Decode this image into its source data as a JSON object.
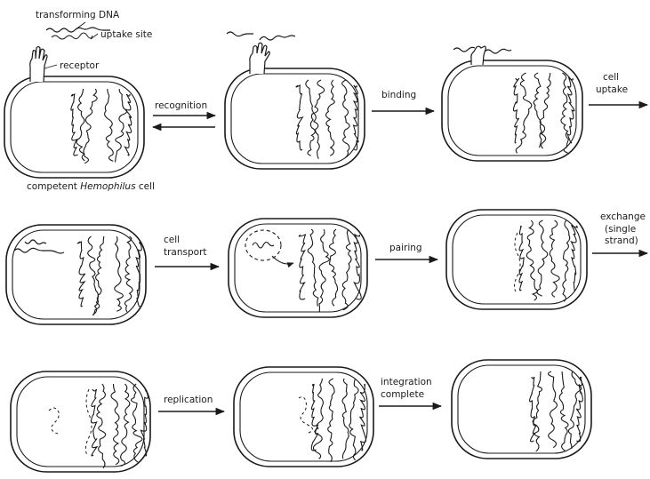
{
  "labels": {
    "transforming_dna": "transforming DNA",
    "uptake_site": "uptake site",
    "receptor": "receptor",
    "caption_prefix": "competent ",
    "caption_species": "Hemophilus",
    "caption_suffix": " cell"
  },
  "steps": {
    "recognition": "recognition",
    "binding": "binding",
    "cell_uptake_1": "cell",
    "cell_uptake_2": "uptake",
    "cell_transport_1": "cell",
    "cell_transport_2": "transport",
    "pairing": "pairing",
    "exchange_1": "exchange",
    "exchange_2": "(single",
    "exchange_3": "strand)",
    "replication": "replication",
    "integration_1": "integration",
    "integration_2": "complete"
  },
  "colors": {
    "ink": "#1a1a1a",
    "paper": "#ffffff"
  }
}
